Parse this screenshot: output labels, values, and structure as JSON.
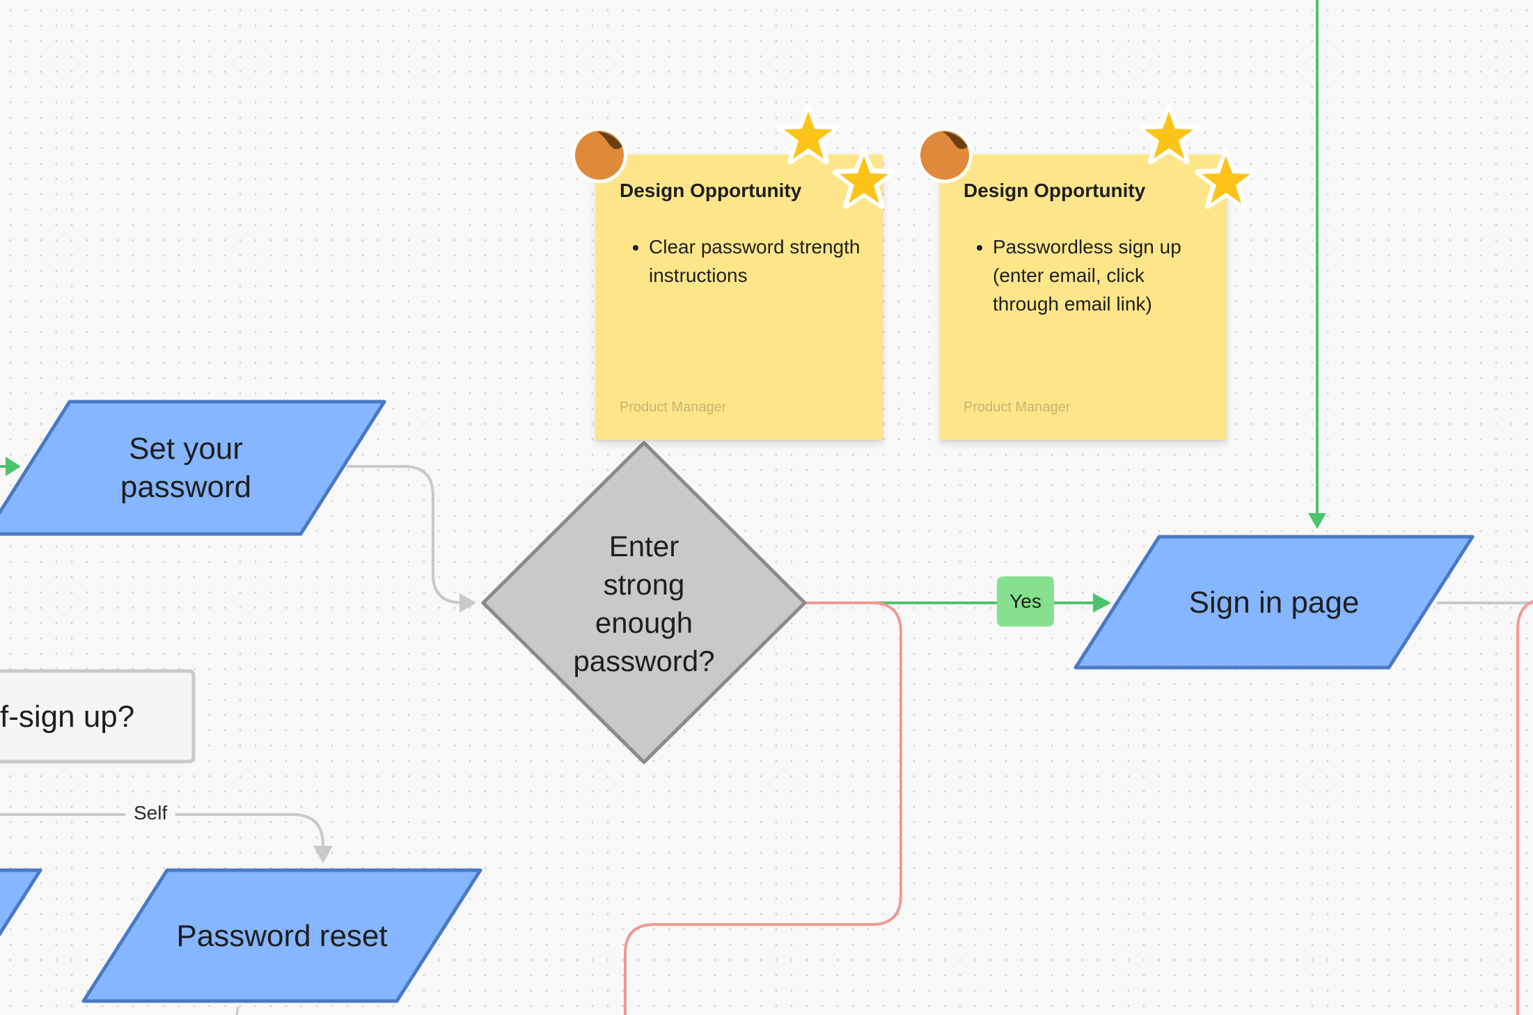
{
  "nodes": {
    "set_password": "Set your\npassword",
    "strong_password": "Enter\nstrong\nenough\npassword?",
    "sign_in_page": "Sign in page",
    "self_sign_up": "f-sign up?",
    "password_reset": "Password reset"
  },
  "edges": {
    "yes_label": "Yes",
    "self_label": "Self"
  },
  "sticky_notes": [
    {
      "title": "Design Opportunity",
      "bullets": [
        "Clear password strength instructions"
      ],
      "author": "Product Manager"
    },
    {
      "title": "Design Opportunity",
      "bullets": [
        "Passwordless sign up (enter email, click through email link)"
      ],
      "author": "Product Manager"
    }
  ],
  "colors": {
    "process_fill": "#86b6ff",
    "process_stroke": "#4a79c4",
    "decision_fill": "#c9c9c9",
    "decision_stroke": "#8a8a8a",
    "sticky_fill": "#fde68a",
    "edge_green": "#4cc46e",
    "edge_red": "#ef9a93",
    "edge_gray": "#c8c8c8",
    "yes_tag": "#86e08f"
  },
  "icons": {
    "sticker_circle": "orange-peel-dot-icon",
    "sticker_star": "star-icon"
  }
}
